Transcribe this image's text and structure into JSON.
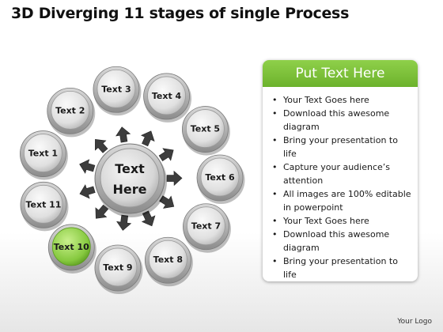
{
  "title": "3D Diverging 11 stages of single Process",
  "diagram": {
    "center_label_lines": [
      "Text",
      "Here"
    ],
    "highlight_color": "#7dc23c",
    "stages": [
      {
        "label": "Text 1",
        "highlighted": false
      },
      {
        "label": "Text 2",
        "highlighted": false
      },
      {
        "label": "Text 3",
        "highlighted": false
      },
      {
        "label": "Text 4",
        "highlighted": false
      },
      {
        "label": "Text 5",
        "highlighted": false
      },
      {
        "label": "Text 6",
        "highlighted": false
      },
      {
        "label": "Text 7",
        "highlighted": false
      },
      {
        "label": "Text 8",
        "highlighted": false
      },
      {
        "label": "Text 9",
        "highlighted": false
      },
      {
        "label": "Text 10",
        "highlighted": true
      },
      {
        "label": "Text 11",
        "highlighted": false
      }
    ]
  },
  "panel": {
    "header": "Put Text Here",
    "header_color": "#7dc23c",
    "bullets": [
      "Your Text Goes here",
      "Download this awesome diagram",
      "Bring your presentation to life",
      "Capture your audience’s attention",
      "All images are 100% editable in powerpoint",
      "Your Text Goes here",
      "Download this awesome diagram",
      "Bring your presentation to life"
    ]
  },
  "footer": {
    "logo_text": "Your Logo"
  }
}
